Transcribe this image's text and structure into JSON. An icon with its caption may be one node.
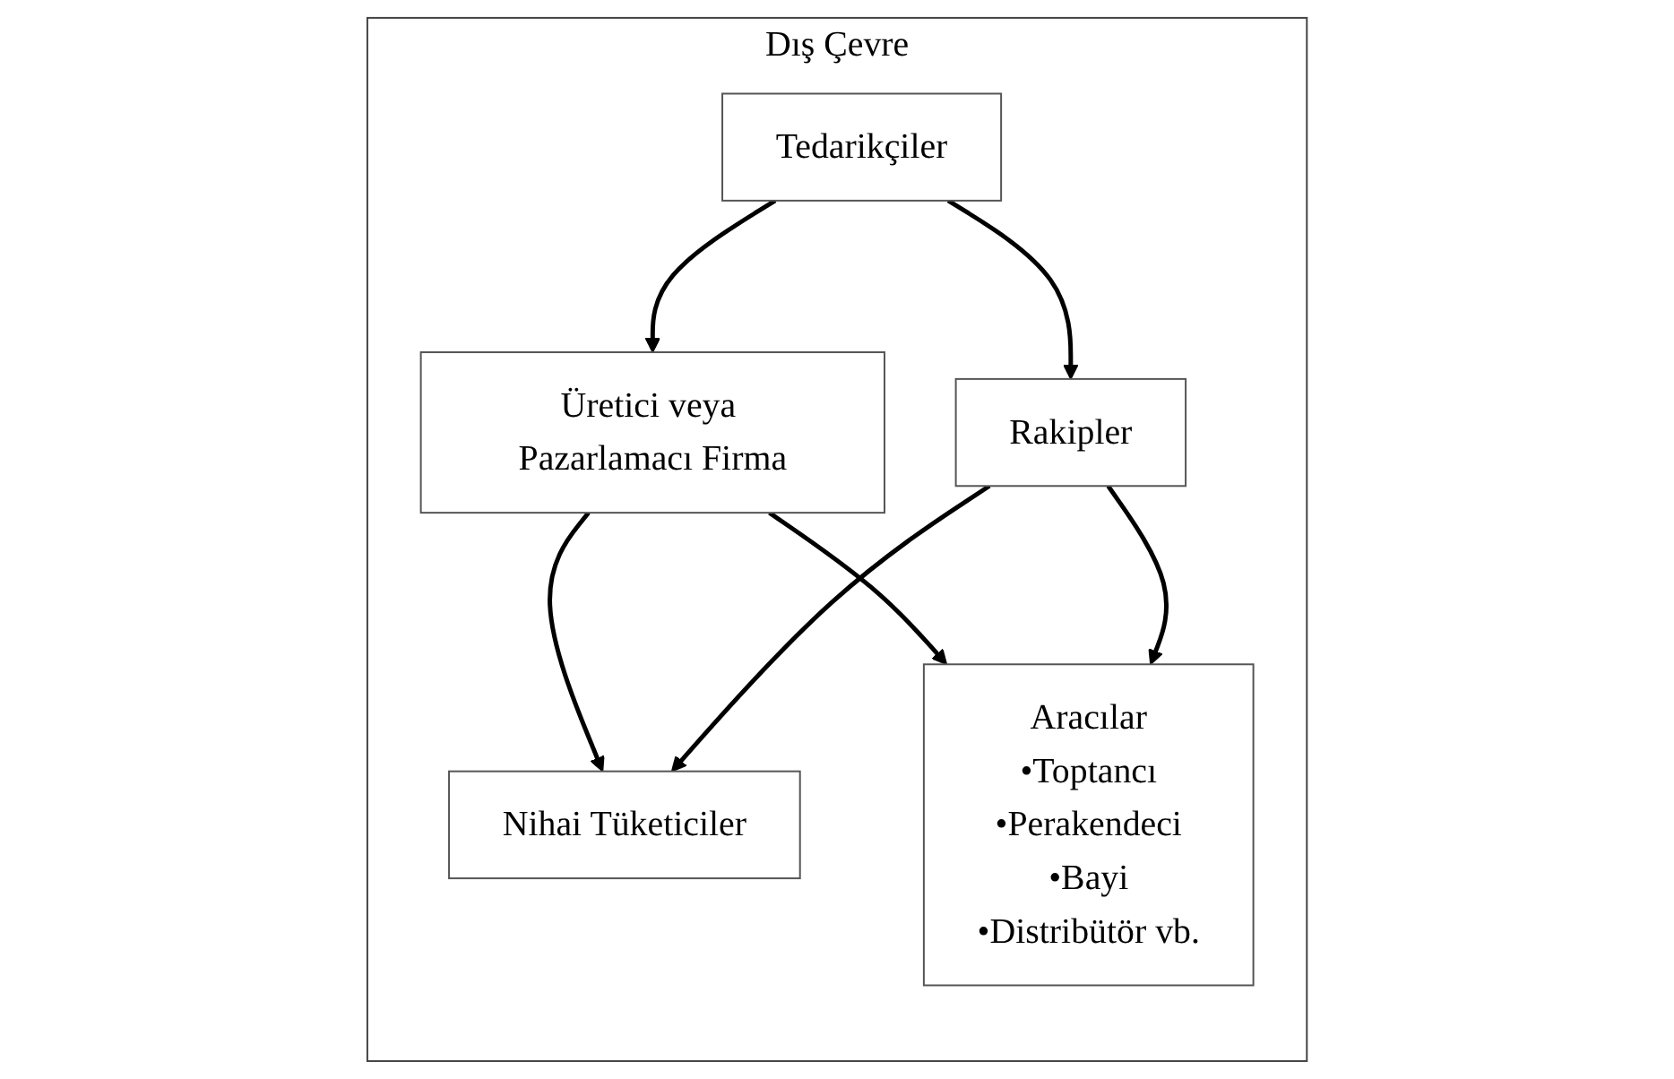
{
  "diagram": {
    "nodes": [
      {
        "text": [
          "Dış Çevre"
        ]
      },
      {
        "text": [
          "Tedarikçiler"
        ],
        "in": 0
      },
      {
        "text": [
          "Üretici veya Pazarlamacı Firma"
        ],
        "in": 0
      },
      {
        "text": [
          "Rakipler"
        ],
        "in": 0
      },
      {
        "text": [
          "Aracılar",
          "•Toptancı",
          "•Perakendeci",
          "•Bayi",
          "•Distribütör vb."
        ],
        "in": 0
      },
      {
        "text": [
          "Nihai Tüketiciler"
        ],
        "in": 0
      }
    ],
    "edges": [
      {
        "from": 1,
        "to": 2,
        "arrow": "to"
      },
      {
        "from": 1,
        "to": 3,
        "arrow": "to"
      },
      {
        "from": 2,
        "to": 5,
        "arrow": "to"
      },
      {
        "from": 2,
        "to": 4,
        "arrow": "to"
      },
      {
        "from": 3,
        "to": 4,
        "arrow": "to"
      },
      {
        "from": 3,
        "to": 5,
        "arrow": "to"
      }
    ]
  }
}
